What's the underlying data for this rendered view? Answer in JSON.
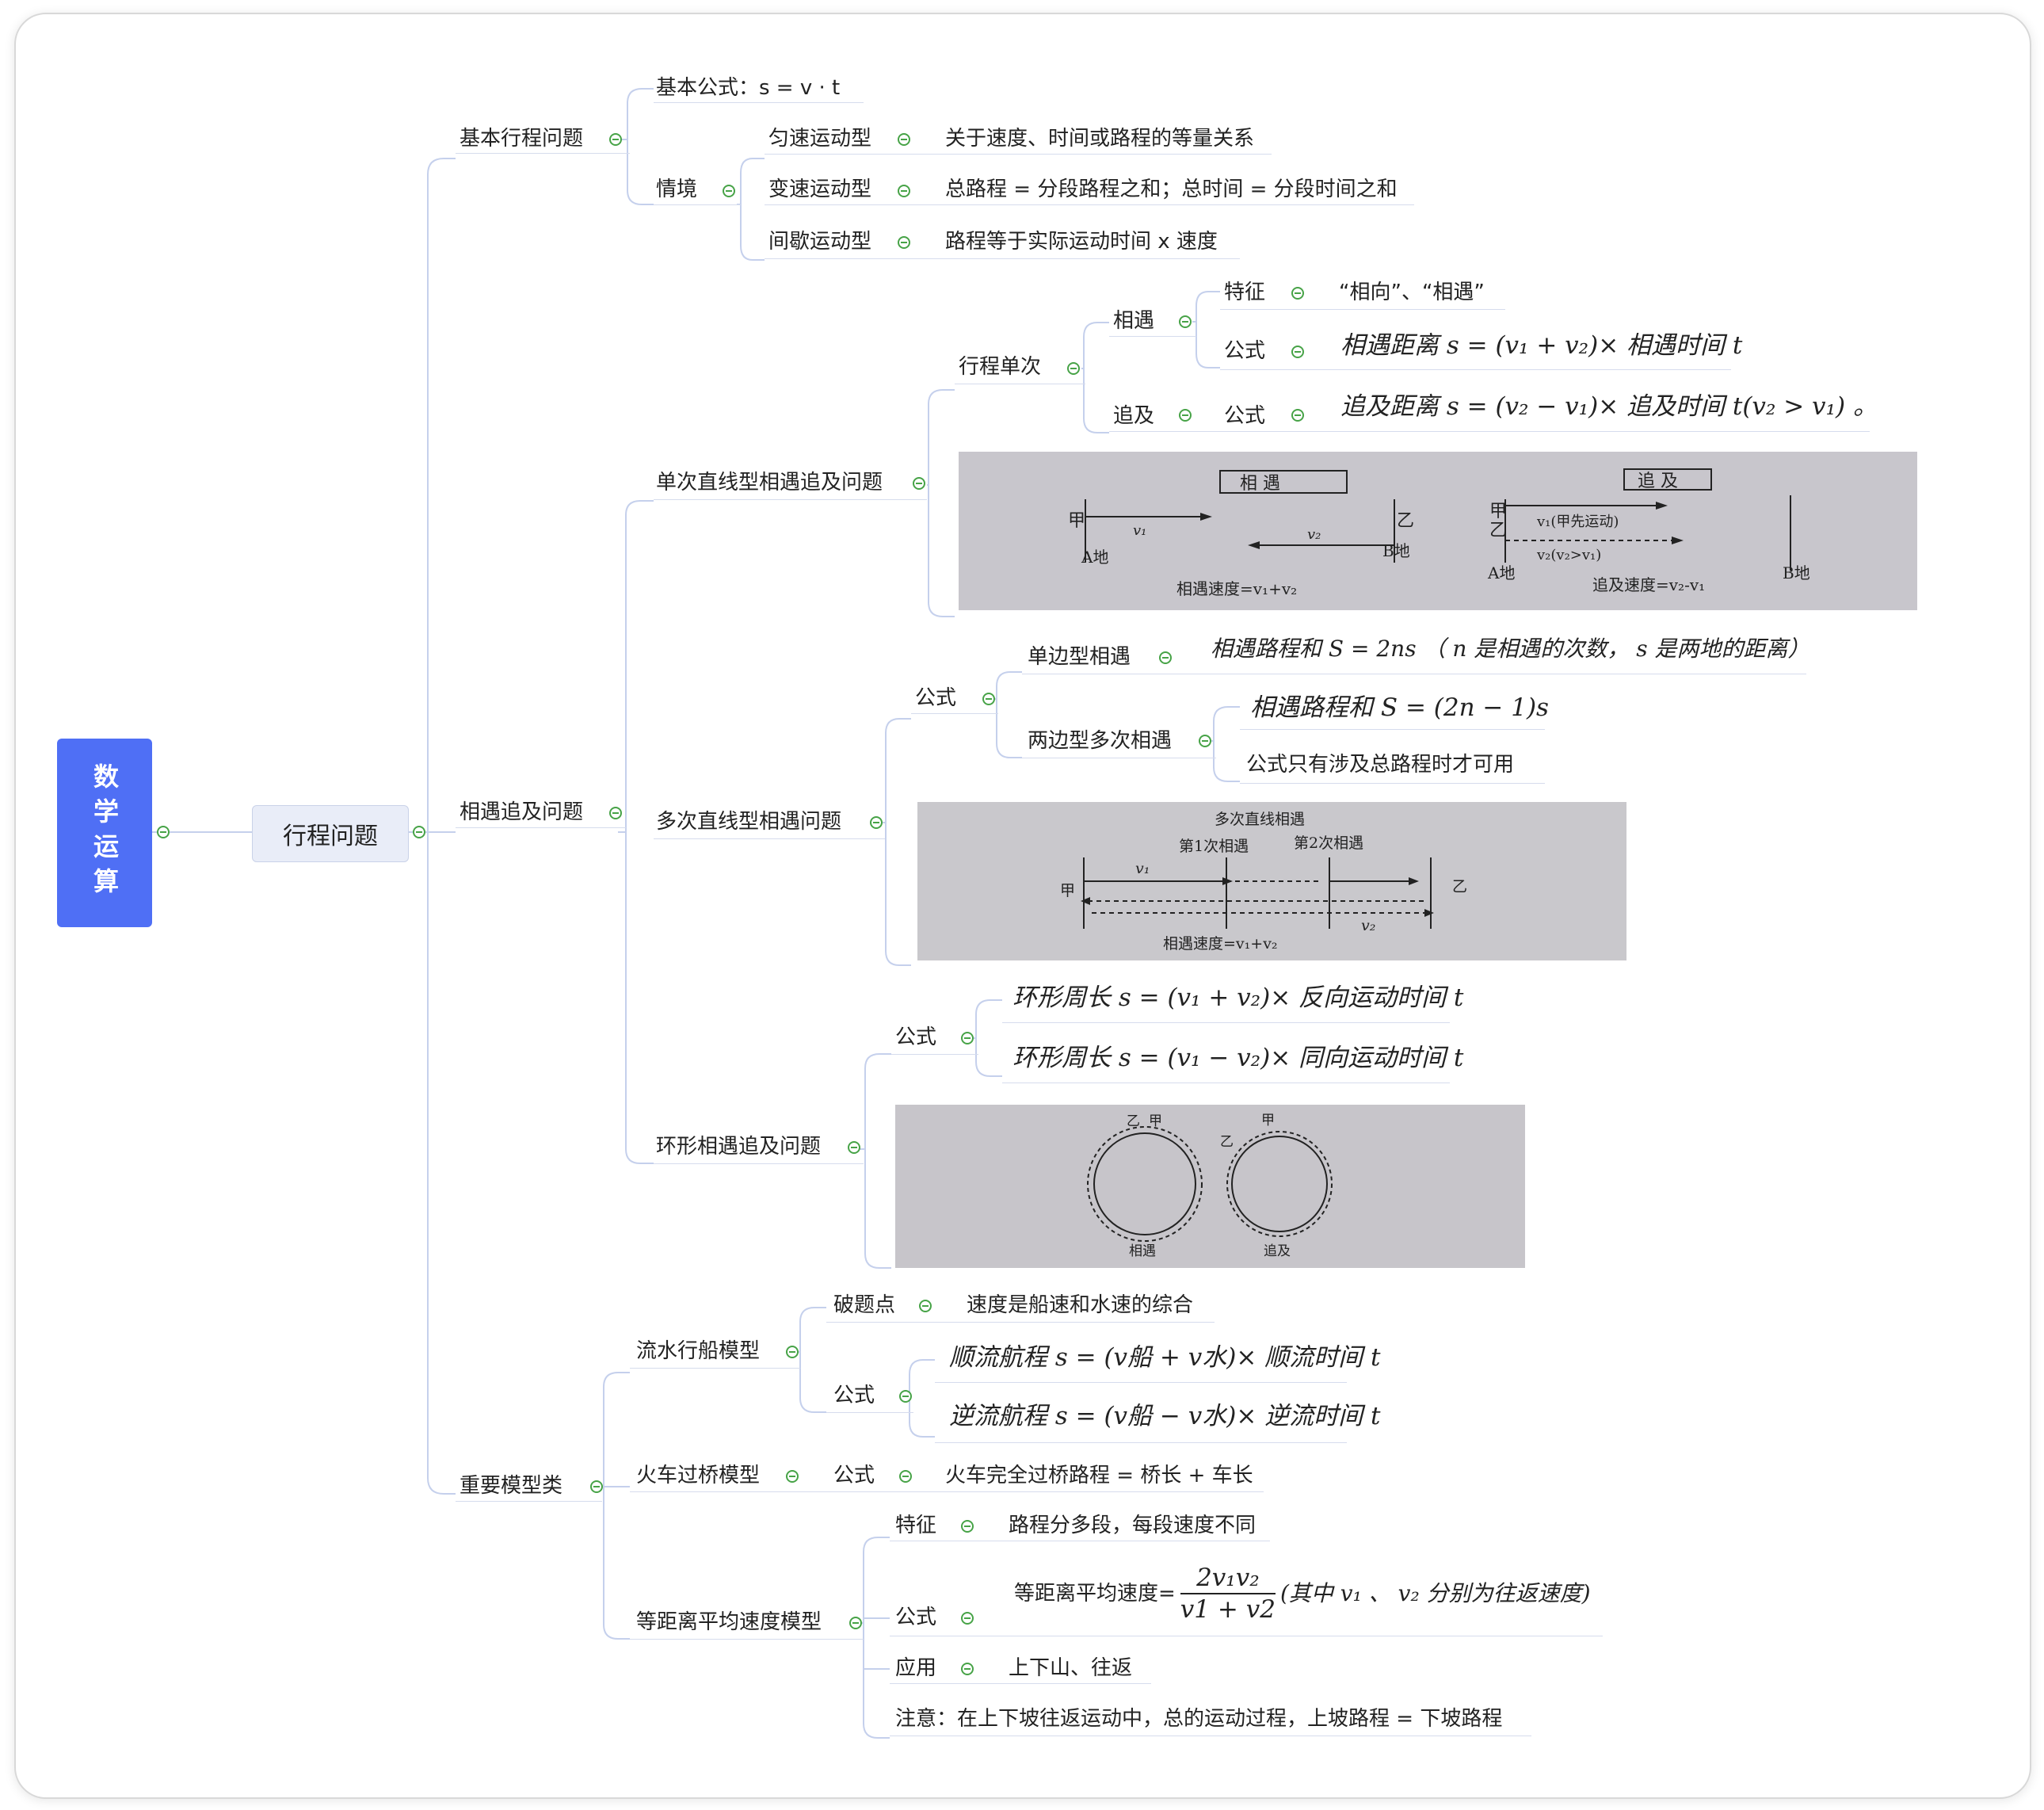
{
  "root": {
    "title": "数学运算"
  },
  "main_topic": "行程问题",
  "section1": {
    "title": "基本行程问题",
    "formula": "基本公式：s = v · t",
    "context": "情境",
    "types": [
      {
        "name": "匀速运动型",
        "desc": "关于速度、时间或路程的等量关系"
      },
      {
        "name": "变速运动型",
        "desc": "总路程 = 分段路程之和；总时间 = 分段时间之和"
      },
      {
        "name": "间歇运动型",
        "desc": "路程等于实际运动时间 x 速度"
      }
    ]
  },
  "section2": {
    "title": "相遇追及问题",
    "single": {
      "title": "单次直线型相遇追及问题",
      "once": "行程单次",
      "meet": "相遇",
      "feature_label": "特征",
      "feature_text": "“相向”、“相遇”",
      "formula_label": "公式",
      "meet_formula": "相遇距离 s = (v₁ + v₂)× 相遇时间 t",
      "chase": "追及",
      "chase_formula": "追及距离 s = (v₂ − v₁)× 追及时间 t(v₂ > v₁) 。"
    },
    "photo1": {
      "meet_box": "相 遇",
      "chase_box": "追 及",
      "jia": "甲",
      "yi": "乙",
      "a_di": "A地",
      "b_di": "B地",
      "v1": "v₁",
      "v2": "v₂",
      "meet_speed": "相遇速度=v₁+v₂",
      "v1_first": "v₁(甲先运动)",
      "v2_gt": "v₂(v₂>v₁)",
      "chase_speed": "追及速度=v₂-v₁"
    },
    "multi": {
      "title": "多次直线型相遇问题",
      "formula_label": "公式",
      "single_side": "单边型相遇",
      "single_side_formula": "相遇路程和 S = 2ns （ n 是相遇的次数， s 是两地的距离）",
      "double_side": "两边型多次相遇",
      "double_side_formula": "相遇路程和 S = (2n − 1)s",
      "double_side_note": "公式只有涉及总路程时才可用"
    },
    "photo2": {
      "title": "多次直线相遇",
      "first": "第1次相遇",
      "second": "第2次相遇",
      "jia": "甲",
      "yi": "乙",
      "v1": "v₁",
      "v2": "v₂",
      "speed": "相遇速度=v₁+v₂"
    },
    "ring": {
      "title": "环形相遇追及问题",
      "formula_label": "公式",
      "f1": "环形周长 s = (v₁ + v₂)× 反向运动时间 t",
      "f2": "环形周长 s = (v₁ − v₂)× 同向运动时间 t"
    },
    "photo3": {
      "meet": "相遇",
      "chase": "追及",
      "jia": "甲",
      "yi": "乙"
    }
  },
  "section3": {
    "title": "重要模型类",
    "boat": {
      "title": "流水行船模型",
      "key_label": "破题点",
      "key_text": "速度是船速和水速的综合",
      "formula_label": "公式",
      "down": "顺流航程 s = (v船 + v水)× 顺流时间 t",
      "up": "逆流航程 s = (v船 − v水)× 逆流时间 t"
    },
    "train": {
      "title": "火车过桥模型",
      "formula_label": "公式",
      "text": "火车完全过桥路程 = 桥长 + 车长"
    },
    "avg": {
      "title": "等距离平均速度模型",
      "feature_label": "特征",
      "feature_text": "路程分多段，每段速度不同",
      "formula_label": "公式",
      "formula_prefix": "等距离平均速度=",
      "numerator": "2v₁v₂",
      "denominator": "v1 + v2",
      "formula_suffix": "(其中 v₁ 、 v₂ 分别为往返速度)",
      "app_label": "应用",
      "app_text": "上下山、往返",
      "note": "注意：在上下坡往返运动中，总的运动过程，上坡路程 = 下坡路程"
    }
  },
  "colors": {
    "root": "#4f6ff5",
    "main_bg": "#e9edf8",
    "line": "#c5d0ec",
    "collapse": "#47a347"
  }
}
